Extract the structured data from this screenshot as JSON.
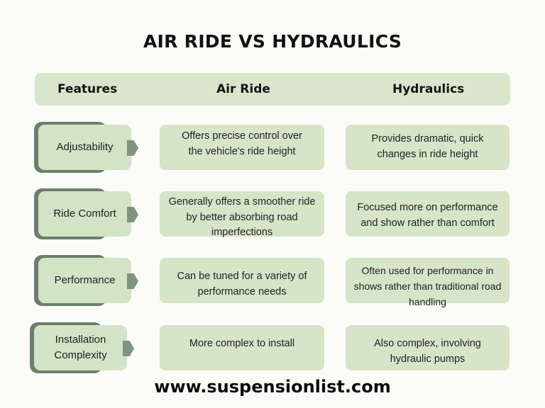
{
  "title": "AIR RIDE VS HYDRAULICS",
  "header": {
    "features": "Features",
    "air_ride": "Air Ride",
    "hydraulics": "Hydraulics"
  },
  "rows": [
    {
      "feature": "Adjustability",
      "air_ride": "Offers precise control over\nthe vehicle's ride height",
      "hydraulics": "Provides dramatic, quick\nchanges in ride height"
    },
    {
      "feature": "Ride Comfort",
      "air_ride": "Generally offers a smoother ride\nby better absorbing road\nimperfections",
      "hydraulics": "Focused more on performance\nand show rather than comfort"
    },
    {
      "feature": "Performance",
      "air_ride": "Can be tuned for a variety of\nperformance needs",
      "hydraulics": "Often used for performance in\nshows rather than traditional road\nhandling"
    },
    {
      "feature": "Installation\nComplexity",
      "air_ride": "More complex to install",
      "hydraulics": "Also complex, involving\nhydraulic pumps"
    }
  ],
  "footer": "www.suspensionlist.com",
  "colors": {
    "background": "#fbfcf8",
    "header_bar": "#d9e6cb",
    "card": "#d3e3c6",
    "shadow": "#6b7f6b",
    "tab": "#7f947c"
  }
}
